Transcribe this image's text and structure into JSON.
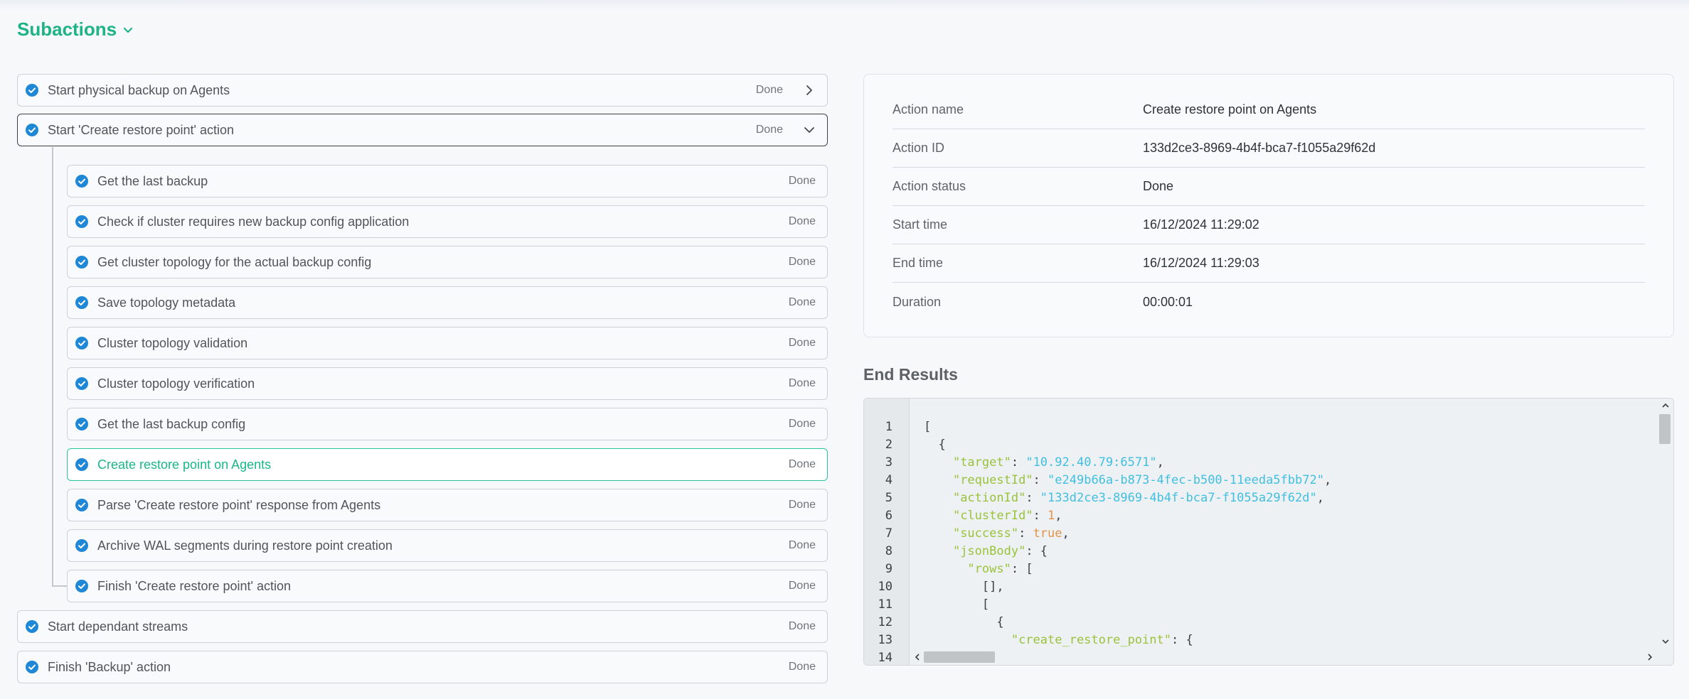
{
  "section": {
    "title": "Subactions"
  },
  "rows": [
    {
      "label": "Start physical backup on Agents",
      "status": "Done"
    },
    {
      "label": "Start 'Create restore point' action",
      "status": "Done"
    },
    {
      "label": "Get the last backup",
      "status": "Done"
    },
    {
      "label": "Check if cluster requires new backup config application",
      "status": "Done"
    },
    {
      "label": "Get cluster topology for the actual backup config",
      "status": "Done"
    },
    {
      "label": "Save topology metadata",
      "status": "Done"
    },
    {
      "label": "Cluster topology validation",
      "status": "Done"
    },
    {
      "label": "Cluster topology verification",
      "status": "Done"
    },
    {
      "label": "Get the last backup config",
      "status": "Done"
    },
    {
      "label": "Create restore point on Agents",
      "status": "Done"
    },
    {
      "label": "Parse 'Create restore point' response from Agents",
      "status": "Done"
    },
    {
      "label": "Archive WAL segments during restore point creation",
      "status": "Done"
    },
    {
      "label": "Finish 'Create restore point' action",
      "status": "Done"
    },
    {
      "label": "Start dependant streams",
      "status": "Done"
    },
    {
      "label": "Finish 'Backup' action",
      "status": "Done"
    }
  ],
  "details": [
    {
      "key": "Action name",
      "value": "Create restore point on Agents"
    },
    {
      "key": "Action ID",
      "value": "133d2ce3-8969-4b4f-bca7-f1055a29f62d"
    },
    {
      "key": "Action status",
      "value": "Done"
    },
    {
      "key": "Start time",
      "value": "16/12/2024 11:29:02"
    },
    {
      "key": "End time",
      "value": "16/12/2024 11:29:03"
    },
    {
      "key": "Duration",
      "value": "00:00:01"
    }
  ],
  "results": {
    "title": "End Results",
    "line_numbers": [
      "1",
      "2",
      "3",
      "4",
      "5",
      "6",
      "7",
      "8",
      "9",
      "10",
      "11",
      "12",
      "13",
      "14"
    ],
    "tokens": {
      "l1": "[",
      "l2": "  {",
      "l3_key": "\"target\"",
      "l3_val": "\"10.92.40.79:6571\"",
      "l4_key": "\"requestId\"",
      "l4_val": "\"e249b66a-b873-4fec-b500-11eeda5fbb72\"",
      "l5_key": "\"actionId\"",
      "l5_val": "\"133d2ce3-8969-4b4f-bca7-f1055a29f62d\"",
      "l6_key": "\"clusterId\"",
      "l6_val": "1",
      "l7_key": "\"success\"",
      "l7_val": "true",
      "l8_key": "\"jsonBody\"",
      "l9_key": "\"rows\"",
      "l10": "        [],",
      "l11": "        [",
      "l12": "          {",
      "l13_key": "\"create_restore_point\""
    }
  },
  "colors": {
    "accent": "#1db383",
    "check": "#1e88d6",
    "key": "#9ac23b",
    "string": "#41bfe0",
    "number": "#e0934a"
  }
}
